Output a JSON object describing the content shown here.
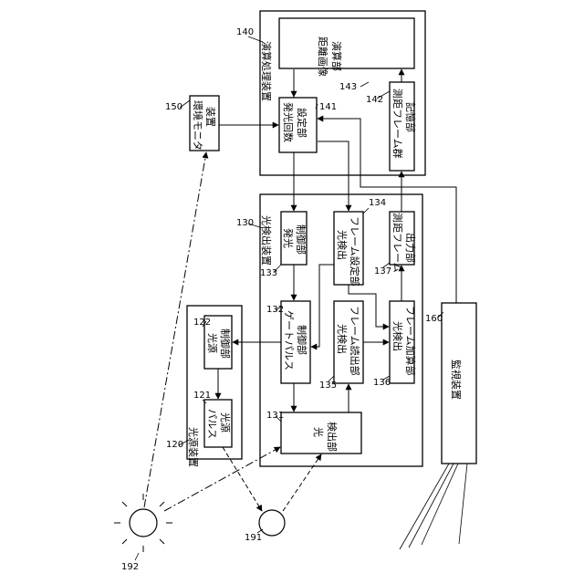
{
  "device_140": {
    "label": "演算処理装置",
    "ref": "140"
  },
  "unit_143": {
    "line1": "距離画像",
    "line2": "演算部",
    "ref": "143"
  },
  "unit_141": {
    "line1": "発光回数",
    "line2": "設定部",
    "ref": "141"
  },
  "unit_142": {
    "line1": "測距フレーム群",
    "line2": "記憶部",
    "ref": "142"
  },
  "device_150": {
    "line1": "環境モニタ",
    "line2": "装置",
    "ref": "150"
  },
  "device_130": {
    "label": "光検出装置",
    "ref": "130"
  },
  "unit_133": {
    "line1": "発光",
    "line2": "制御部",
    "ref": "133"
  },
  "unit_134": {
    "line1": "光検出",
    "line2": "フレーム設定部",
    "ref": "134"
  },
  "unit_137": {
    "line1": "測距フレーム",
    "line2": "出力部",
    "ref": "137"
  },
  "unit_132": {
    "line1": "ゲートパルス",
    "line2": "制御部",
    "ref": "132"
  },
  "unit_135": {
    "line1": "光検出",
    "line2": "フレーム読出部",
    "ref": "135"
  },
  "unit_136": {
    "line1": "光検出",
    "line2": "フレーム加算部",
    "ref": "136"
  },
  "unit_131": {
    "line1": "光",
    "line2": "検出部",
    "ref": "131"
  },
  "device_120": {
    "label": "光源装置",
    "ref": "120"
  },
  "unit_122": {
    "line1": "光源",
    "line2": "制御部",
    "ref": "122"
  },
  "unit_121": {
    "line1": "パルス",
    "line2": "光源",
    "ref": "121"
  },
  "device_160": {
    "label": "監視装置",
    "ref": "160"
  },
  "object_191": {
    "ref": "191"
  },
  "sun_192": {
    "ref": "192"
  }
}
